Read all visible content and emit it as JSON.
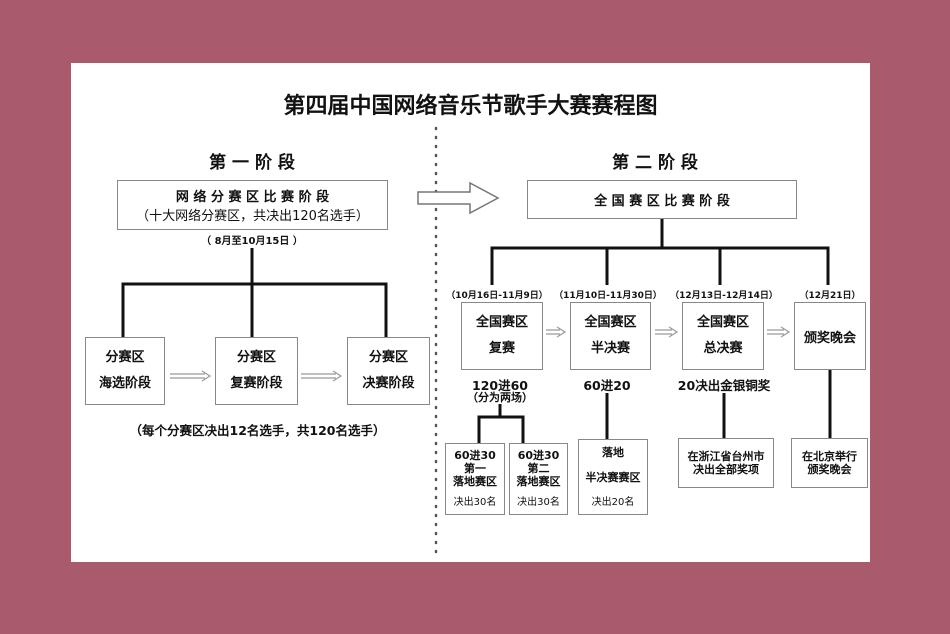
{
  "title": "第四届中国网络音乐节歌手大赛赛程图",
  "stage1": {
    "heading": "第 一 阶 段",
    "main_box": {
      "line1": "网 络 分 赛 区 比 赛 阶 段",
      "line2": "（十大网络分赛区，共决出120名选手）"
    },
    "date": "（ 8月至10月15日 ）",
    "steps": [
      {
        "line1": "分赛区",
        "line2": "海选阶段"
      },
      {
        "line1": "分赛区",
        "line2": "复赛阶段"
      },
      {
        "line1": "分赛区",
        "line2": "决赛阶段"
      }
    ],
    "note": "（每个分赛区决出12名选手，共120名选手）"
  },
  "stage2": {
    "heading": "第 二 阶 段",
    "main_box": "全 国 赛 区 比 赛 阶 段",
    "steps": [
      {
        "date": "（10月16日-11月9日）",
        "line1": "全国赛区",
        "line2": "复赛",
        "result1": "120进60",
        "result2": "（分为两场）"
      },
      {
        "date": "（11月10日-11月30日）",
        "line1": "全国赛区",
        "line2": "半决赛",
        "result1": "60进20"
      },
      {
        "date": "（12月13日-12月14日）",
        "line1": "全国赛区",
        "line2": "总决赛",
        "result1": "20决出金银铜奖"
      },
      {
        "date": "（12月21日）",
        "line1": "颁奖晚会"
      }
    ],
    "details": [
      {
        "line1": "60进30",
        "line2": "第一",
        "line3": "落地赛区",
        "line4": "决出30名"
      },
      {
        "line1": "60进30",
        "line2": "第二",
        "line3": "落地赛区",
        "line4": "决出30名"
      },
      {
        "line1": "落地",
        "line2": "半决赛赛区",
        "line3": "决出20名"
      },
      {
        "line1": "在浙江省台州市",
        "line2": "决出全部奖项"
      },
      {
        "line1": "在北京举行",
        "line2": "颁奖晚会"
      }
    ]
  }
}
